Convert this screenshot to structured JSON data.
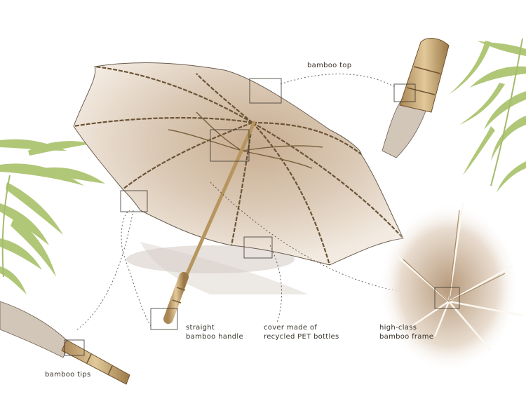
{
  "labels": {
    "bamboo_top": "bamboo top",
    "handle_line1": "straight",
    "handle_line2": "bamboo handle",
    "cover_line1": "cover made of",
    "cover_line2": "recycled PET bottles",
    "frame_line1": "high-class",
    "frame_line2": "bamboo frame",
    "bamboo_tips": "bamboo tips"
  },
  "colors": {
    "canopy": "#d9c7b3",
    "canopy_shadow": "#b8a087",
    "bamboo": "#c9a874",
    "bamboo_dark": "#8a6a3c",
    "leaf": "#a9c26a",
    "ink": "#4a4036"
  }
}
